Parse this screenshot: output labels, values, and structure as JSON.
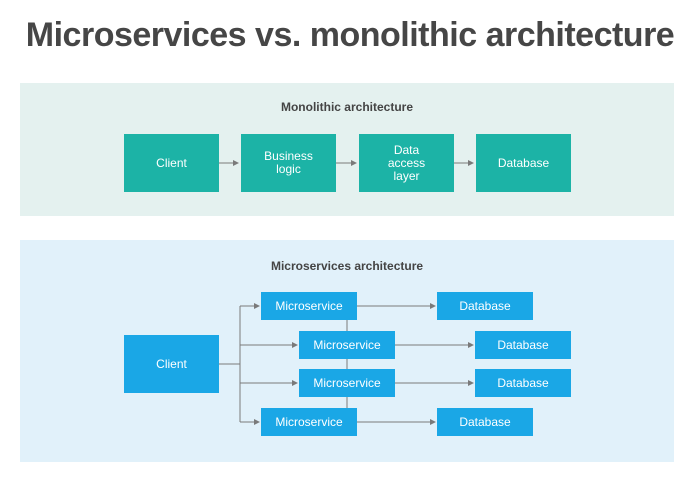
{
  "title": "Microservices vs. monolithic architecture",
  "monolithic": {
    "title": "Monolithic architecture",
    "boxes": [
      "Client",
      "Business\nlogic",
      "Data\naccess\nlayer",
      "Database"
    ]
  },
  "microservices": {
    "title": "Microservices architecture",
    "client": "Client",
    "services": [
      "Microservice",
      "Microservice",
      "Microservice",
      "Microservice"
    ],
    "databases": [
      "Database",
      "Database",
      "Database",
      "Database"
    ]
  },
  "colors": {
    "mono_panel": "#e4f1ef",
    "micro_panel": "#e1f1fa",
    "mono_box": "#1cb3a6",
    "micro_box": "#1aa7e6",
    "title_text": "#464646"
  }
}
